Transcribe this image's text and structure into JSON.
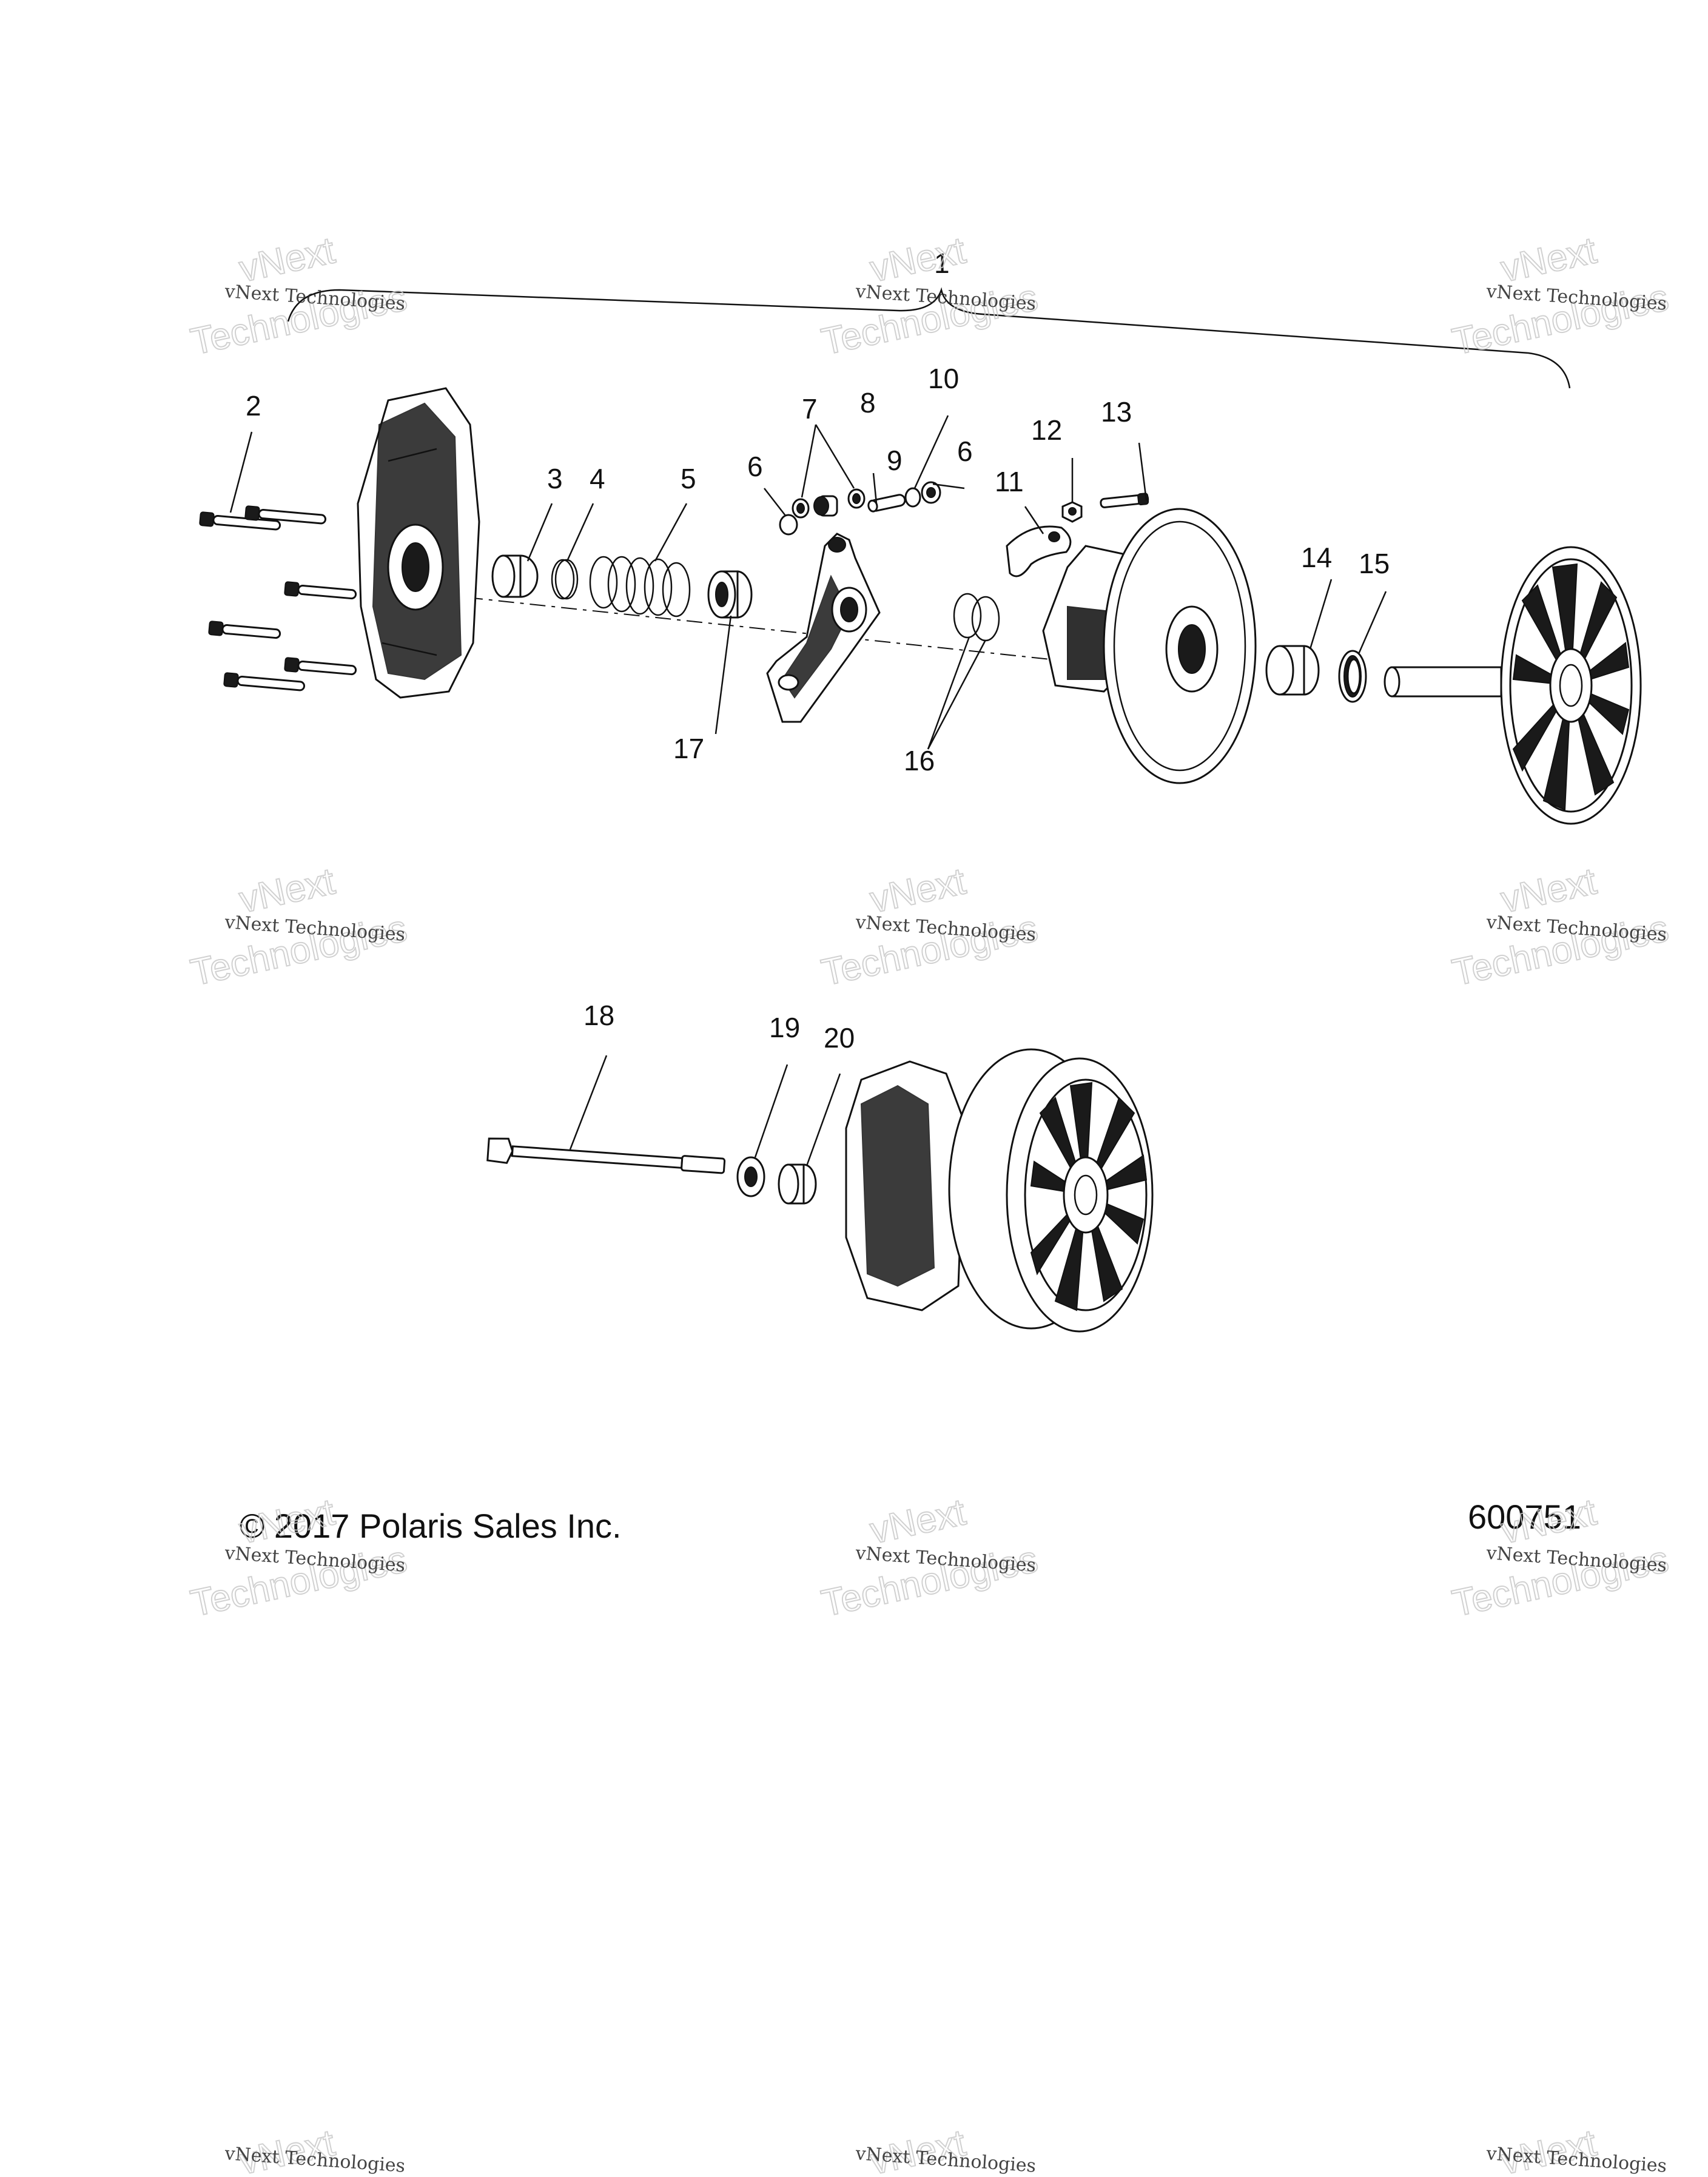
{
  "callouts": {
    "n1": "1",
    "n2": "2",
    "n3": "3",
    "n4": "4",
    "n5": "5",
    "n6a": "6",
    "n6b": "6",
    "n7": "7",
    "n8": "8",
    "n9": "9",
    "n10": "10",
    "n11": "11",
    "n12": "12",
    "n13": "13",
    "n14": "14",
    "n15": "15",
    "n16": "16",
    "n17": "17",
    "n18": "18",
    "n19": "19",
    "n20": "20"
  },
  "footer": {
    "copyright": "© 2017 Polaris Sales Inc.",
    "drawing_number": "600751"
  },
  "watermark": {
    "small": "vNext Technologies",
    "big_top": "vNext",
    "big_bottom": "Technologies"
  }
}
